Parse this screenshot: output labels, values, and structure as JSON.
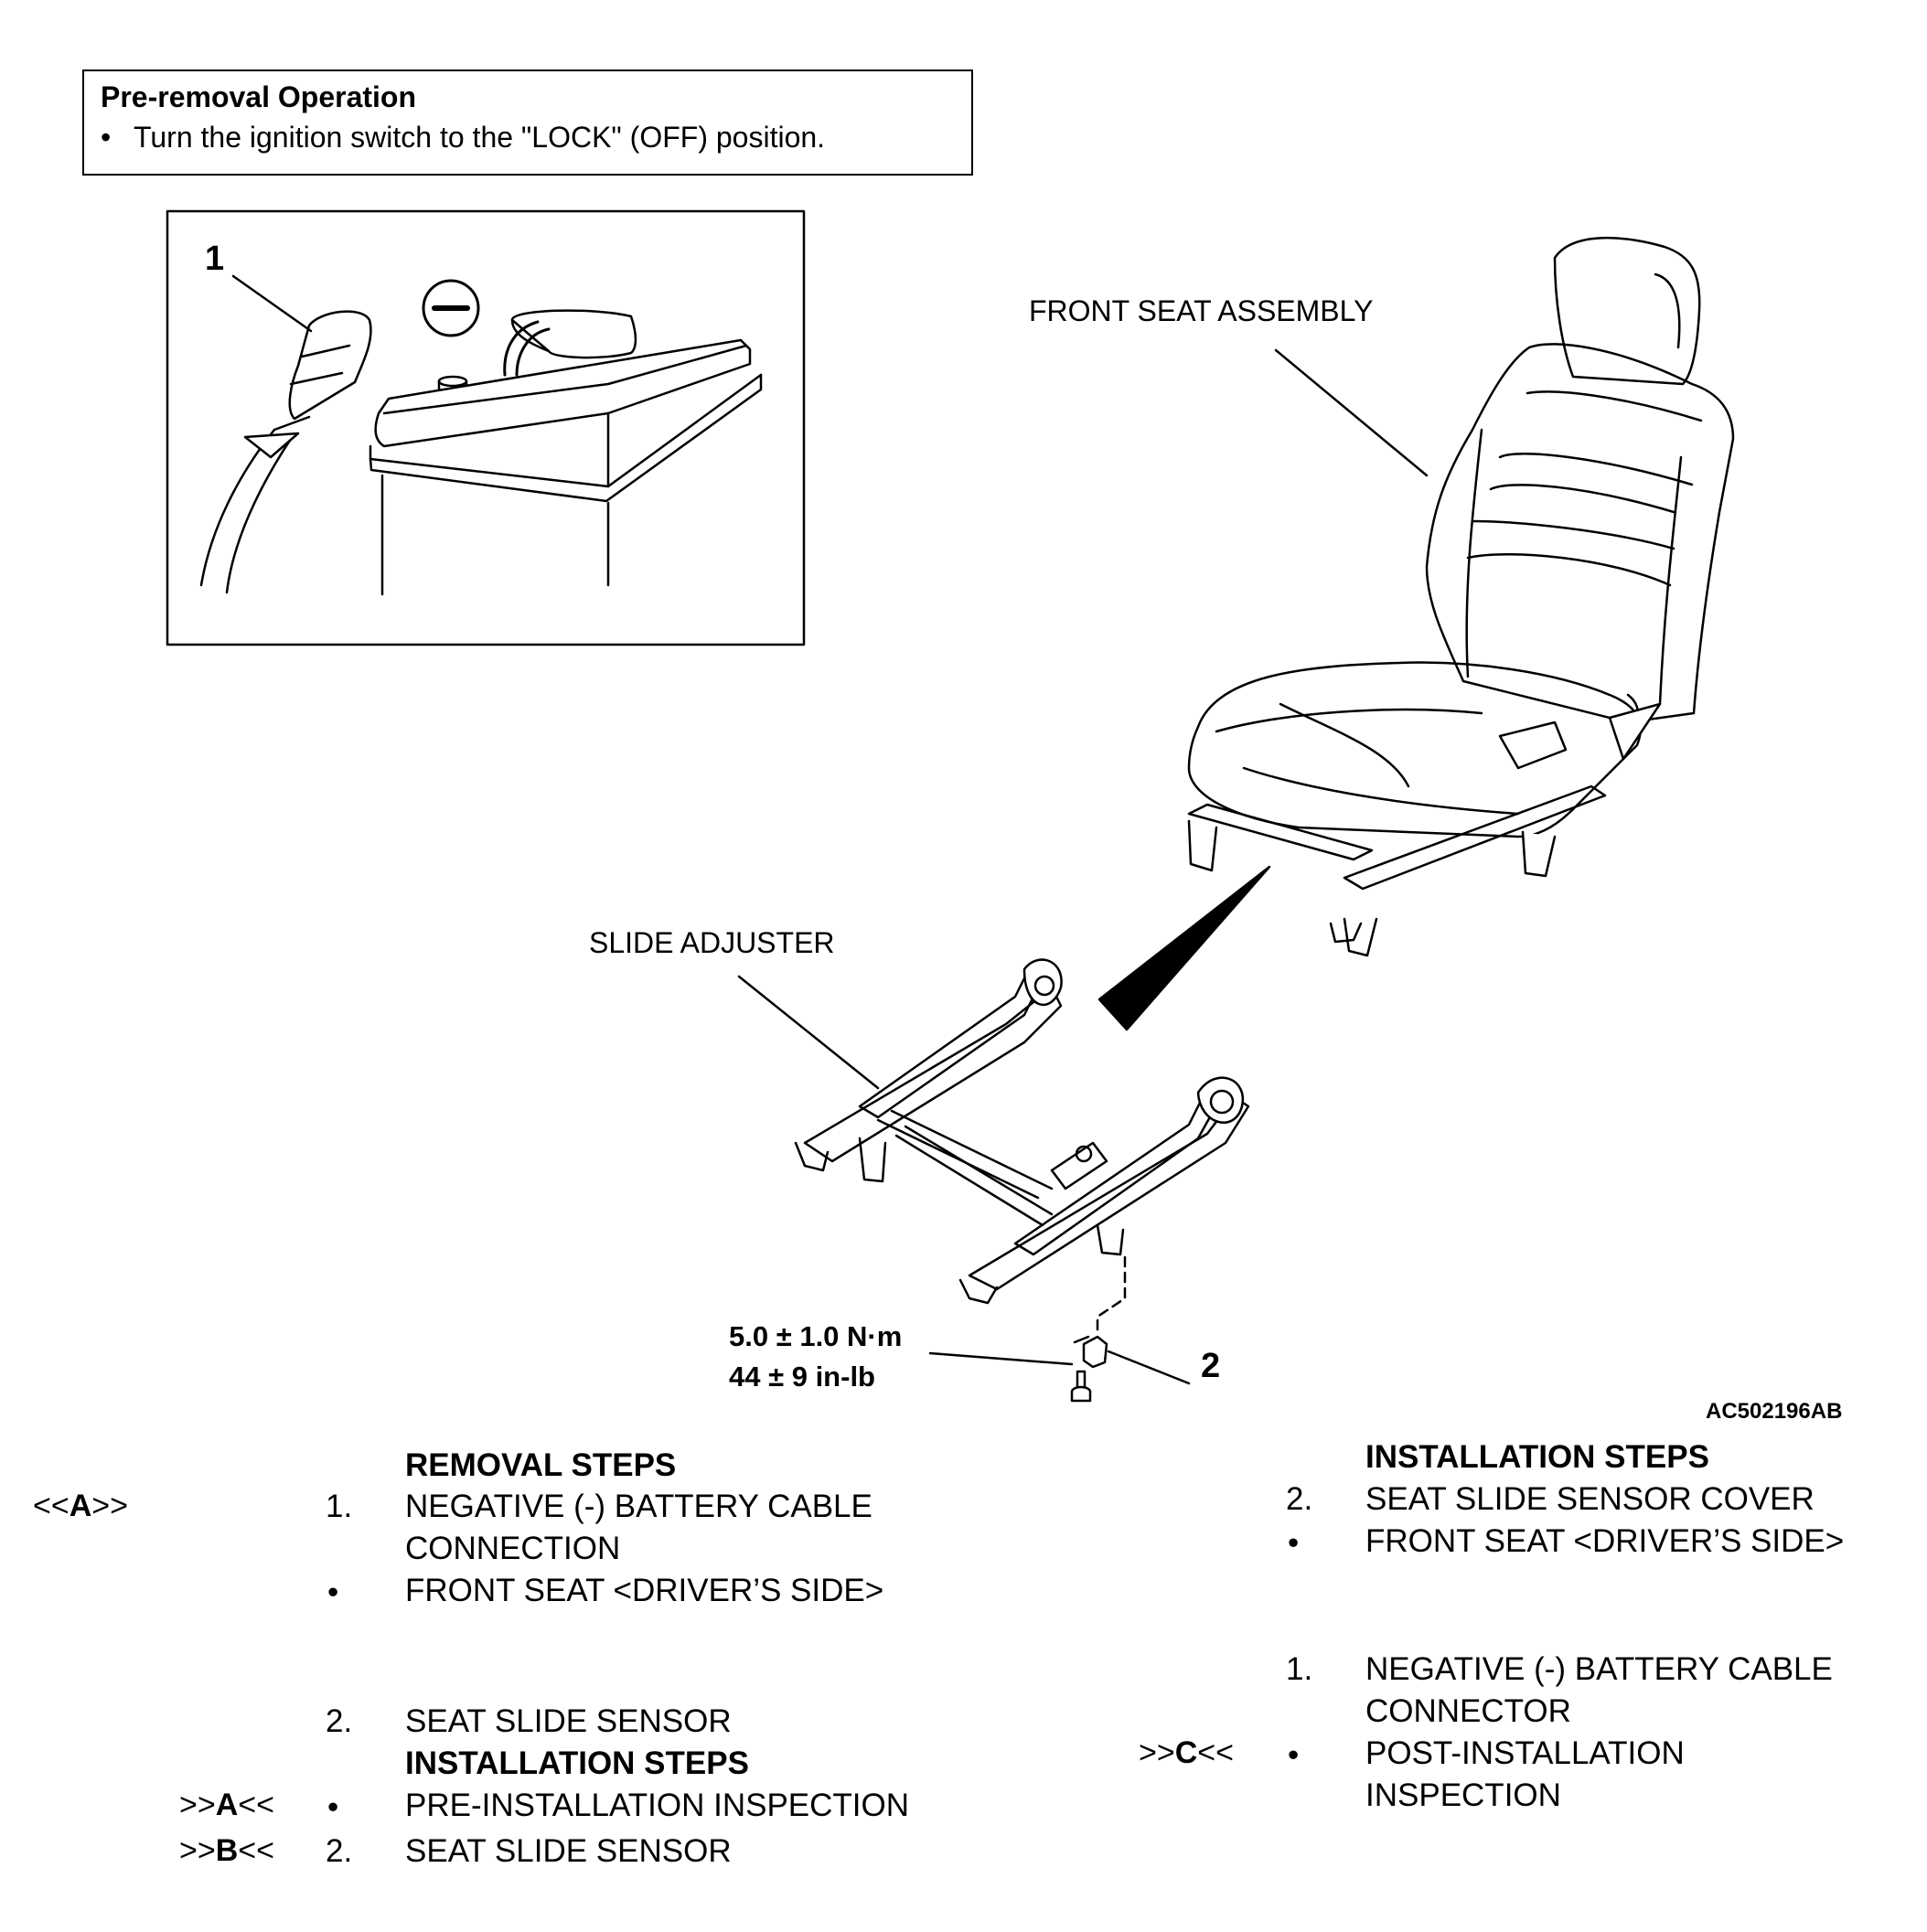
{
  "pre_removal": {
    "title": "Pre-removal Operation",
    "bullet": "•",
    "item": "Turn the ignition switch to the \"LOCK\" (OFF) position."
  },
  "callouts": {
    "one": "1",
    "two": "2",
    "front_seat": "FRONT SEAT ASSEMBLY",
    "slide_adjuster": "SLIDE ADJUSTER",
    "torque_nm": "5.0 ± 1.0 N·m",
    "torque_inlb": "44 ± 9 in-lb",
    "figure_code": "AC502196AB"
  },
  "removal": {
    "heading": "REMOVAL STEPS",
    "steps": [
      {
        "mark_prefix": "<<",
        "mark_letter": "A",
        "mark_suffix": ">>",
        "num": "1.",
        "text": "NEGATIVE (-) BATTERY CABLE",
        "text2": "CONNECTION"
      },
      {
        "num": "•",
        "text": "FRONT SEAT <DRIVER’S SIDE>"
      },
      {
        "num": "2.",
        "text": "SEAT SLIDE SENSOR"
      }
    ],
    "install_heading": "INSTALLATION STEPS",
    "install_steps": [
      {
        "mark_prefix": ">>",
        "mark_letter": "A",
        "mark_suffix": "<<",
        "num": "•",
        "text": "PRE-INSTALLATION INSPECTION"
      },
      {
        "mark_prefix": ">>",
        "mark_letter": "B",
        "mark_suffix": "<<",
        "num": "2.",
        "text": "SEAT SLIDE SENSOR"
      }
    ]
  },
  "installation": {
    "heading": "INSTALLATION STEPS",
    "steps": [
      {
        "num": "2.",
        "text": "SEAT SLIDE SENSOR COVER"
      },
      {
        "num": "•",
        "text": "FRONT SEAT <DRIVER’S SIDE>"
      },
      {
        "num": "1.",
        "text": "NEGATIVE (-) BATTERY CABLE",
        "text2": "CONNECTOR"
      },
      {
        "mark_prefix": ">>",
        "mark_letter": "C",
        "mark_suffix": "<<",
        "num": "•",
        "text": "POST-INSTALLATION",
        "text2": "INSPECTION"
      }
    ]
  }
}
